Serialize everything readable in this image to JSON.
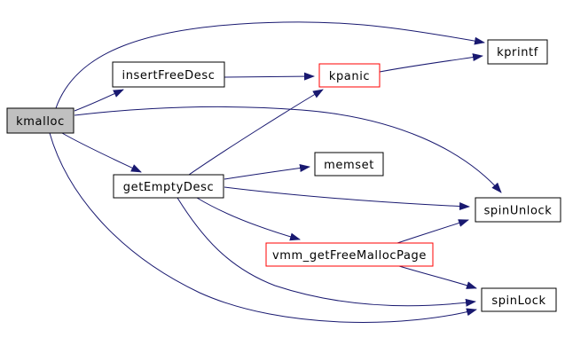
{
  "graph": {
    "type": "call-graph",
    "root_function": "kmalloc",
    "colors": {
      "edge": "#191970",
      "node_border": "#000000",
      "truncated_node_border": "#ff0000",
      "current_node_fill": "#c0c0c0",
      "node_fill": "#ffffff",
      "text": "#000000",
      "background": "#ffffff"
    },
    "nodes": [
      {
        "id": "kmalloc",
        "label": "kmalloc",
        "style": "current"
      },
      {
        "id": "insertFreeDesc",
        "label": "insertFreeDesc",
        "style": "normal"
      },
      {
        "id": "kpanic",
        "label": "kpanic",
        "style": "red"
      },
      {
        "id": "kprintf",
        "label": "kprintf",
        "style": "normal"
      },
      {
        "id": "memset",
        "label": "memset",
        "style": "normal"
      },
      {
        "id": "getEmptyDesc",
        "label": "getEmptyDesc",
        "style": "normal"
      },
      {
        "id": "spinUnlock",
        "label": "spinUnlock",
        "style": "normal"
      },
      {
        "id": "vmm_getFreeMallocPage",
        "label": "vmm_getFreeMallocPage",
        "style": "red"
      },
      {
        "id": "spinLock",
        "label": "spinLock",
        "style": "normal"
      }
    ],
    "edges": [
      {
        "from": "kmalloc",
        "to": "kprintf"
      },
      {
        "from": "kmalloc",
        "to": "insertFreeDesc"
      },
      {
        "from": "kmalloc",
        "to": "getEmptyDesc"
      },
      {
        "from": "kmalloc",
        "to": "spinUnlock"
      },
      {
        "from": "kmalloc",
        "to": "spinLock"
      },
      {
        "from": "insertFreeDesc",
        "to": "kpanic"
      },
      {
        "from": "kpanic",
        "to": "kprintf"
      },
      {
        "from": "getEmptyDesc",
        "to": "kpanic"
      },
      {
        "from": "getEmptyDesc",
        "to": "memset"
      },
      {
        "from": "getEmptyDesc",
        "to": "spinUnlock"
      },
      {
        "from": "getEmptyDesc",
        "to": "vmm_getFreeMallocPage"
      },
      {
        "from": "getEmptyDesc",
        "to": "spinLock"
      },
      {
        "from": "vmm_getFreeMallocPage",
        "to": "spinUnlock"
      },
      {
        "from": "vmm_getFreeMallocPage",
        "to": "spinLock"
      }
    ]
  }
}
